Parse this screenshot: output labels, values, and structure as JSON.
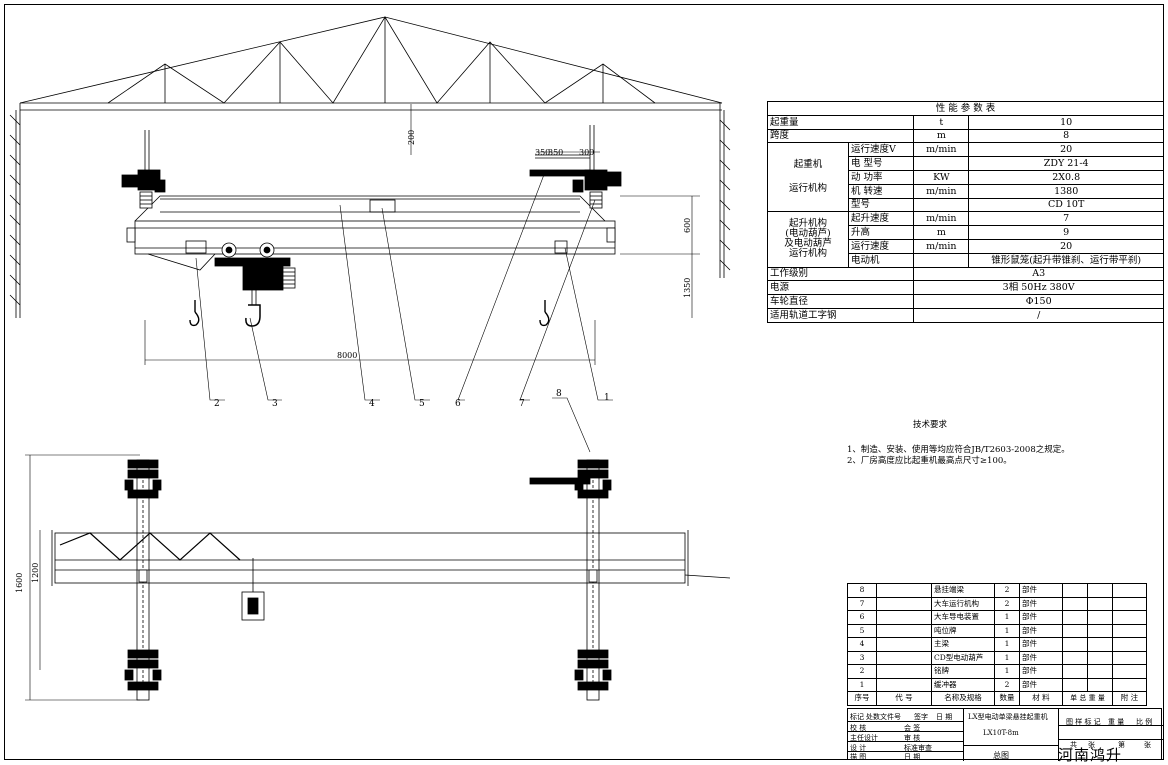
{
  "dims": {
    "height_top": "200",
    "dim_350a": "350",
    "dim_350b": "350",
    "dim_300": "300",
    "dim_600": "600",
    "dim_1350": "1350",
    "span": "8000",
    "dim_1200": "1200",
    "dim_1600": "1600"
  },
  "callouts": [
    "2",
    "3",
    "4",
    "5",
    "6",
    "7",
    "1",
    "8"
  ],
  "performance_table": {
    "title": "性 能 参 数 表",
    "rows": {
      "lift_capacity": {
        "label": "起重量",
        "unit": "t",
        "value": "10"
      },
      "span": {
        "label": "跨度",
        "unit": "m",
        "value": "8"
      },
      "crane_group_label": "起重机",
      "travel_group_label": "运行机构",
      "travel_speed": {
        "label": "运行速度V",
        "unit": "m/min",
        "value": "20"
      },
      "motor_chars": [
        "电",
        "动",
        "机"
      ],
      "motor_model": {
        "label": "型号",
        "unit": "",
        "value": "ZDY 21-4"
      },
      "motor_power": {
        "label": "功率",
        "unit": "KW",
        "value": "2X0.8"
      },
      "motor_speed": {
        "label": "转速",
        "unit": "m/min",
        "value": "1380"
      },
      "hoist_group_lines": [
        "起升机构",
        "(电动葫芦)",
        "及电动葫芦",
        "运行机构"
      ],
      "hoist_model": {
        "label": "型号",
        "unit": "",
        "value": "CD 10T"
      },
      "hoist_speed": {
        "label": "起升速度",
        "unit": "m/min",
        "value": "7"
      },
      "hoist_height": {
        "label": "升高",
        "unit": "m",
        "value": "9"
      },
      "hoist_travel": {
        "label": "运行速度",
        "unit": "m/min",
        "value": "20"
      },
      "hoist_motor": {
        "label": "电动机",
        "value": "锥形鼠笼(起升带锥刹、运行带平刹)"
      },
      "work_class": {
        "label": "工作级别",
        "value": "A3"
      },
      "power": {
        "label": "电源",
        "value": "3相 50Hz 380V"
      },
      "wheel": {
        "label": "车轮直径",
        "value": "Φ150"
      },
      "rail": {
        "label": "适用轨道工字钢",
        "value": "/"
      }
    }
  },
  "tech_requirements": {
    "title": "技术要求",
    "items": [
      "1、制造、安装、使用等均应符合JB/T2603-2008之规定。",
      "2、厂房高度应比起重机最高点尺寸≥100。"
    ]
  },
  "parts_list": {
    "rows": [
      {
        "no": "8",
        "name": "悬挂端梁",
        "qty": "2",
        "material": "部件"
      },
      {
        "no": "7",
        "name": "大车运行机构",
        "qty": "2",
        "material": "部件"
      },
      {
        "no": "6",
        "name": "大车导电装置",
        "qty": "1",
        "material": "部件"
      },
      {
        "no": "5",
        "name": "吨位牌",
        "qty": "1",
        "material": "部件"
      },
      {
        "no": "4",
        "name": "主梁",
        "qty": "1",
        "material": "部件"
      },
      {
        "no": "3",
        "name": "CD型电动葫芦",
        "qty": "1",
        "material": "部件"
      },
      {
        "no": "2",
        "name": "铭牌",
        "qty": "1",
        "material": "部件"
      },
      {
        "no": "1",
        "name": "缓冲器",
        "qty": "2",
        "material": "部件"
      }
    ],
    "header": {
      "no": "序号",
      "code": "代 号",
      "name": "名称及规格",
      "qty": "数量",
      "material": "材 料",
      "unit_weight": "单 总 重 量",
      "remark": "附 注"
    }
  },
  "title_block": {
    "marks_label": "标记",
    "count_label": "处数",
    "file_label": "文件号",
    "sign_label": "签字",
    "date_label": "日 期",
    "checker_label": "校 核",
    "joint_label": "会 签",
    "chief_label": "主任设计",
    "review_label": "审 核",
    "design_label": "设 计",
    "std_label": "标准审查",
    "draw_label": "描 图",
    "approve_label": "日 期",
    "product_name": "LX型电动单梁悬挂起重机",
    "drawing_no": "LX10T-8m",
    "sheet_name": "总图",
    "stage_label": "图 样 标 记",
    "weight_label": "重 量",
    "scale_label": "比 例",
    "sheet_label": "共",
    "sheet_of_label": "张",
    "page_label": "第",
    "page_of_label": "张",
    "company": "河南鸿升"
  }
}
